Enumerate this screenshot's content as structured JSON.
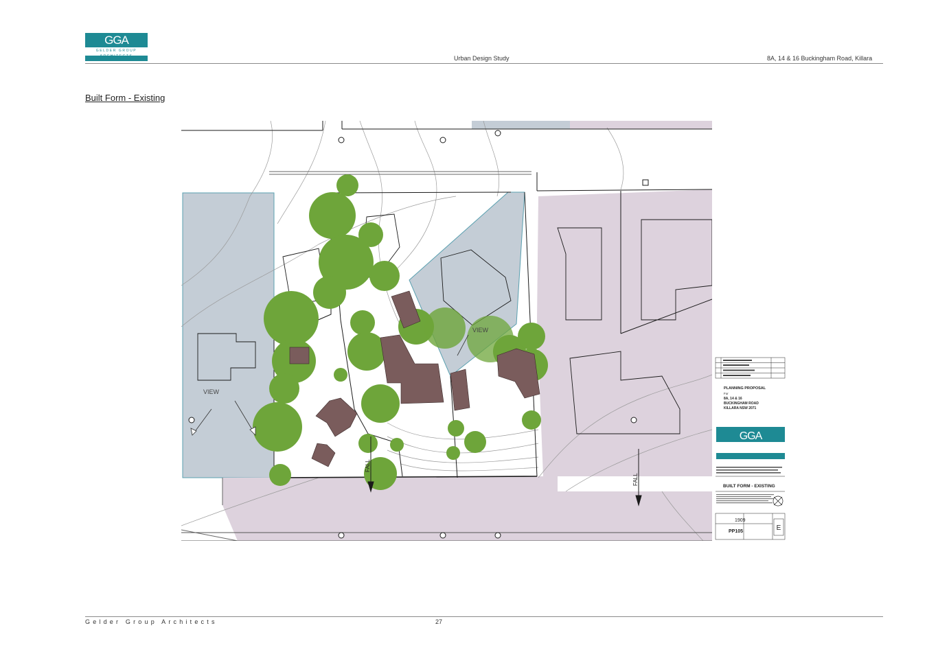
{
  "header": {
    "logo_text": "GGA",
    "logo_subtext": "GELDER GROUP ARCHITECTS",
    "center_text": "Urban Design Study",
    "right_text": "8A, 14 & 16 Buckingham Road, Killara"
  },
  "page_title": "Built Form - Existing",
  "plan": {
    "labels": {
      "view_left": "VIEW",
      "view_right": "VIEW",
      "fall_1": "FALL",
      "fall_2": "FALL"
    },
    "colors": {
      "tree": "#6ea53a",
      "building": "#7a5c5c",
      "neighbour_blue": "#c4cdd6",
      "neighbour_purple": "#ddd2dd",
      "contour": "#9a9a9a",
      "line": "#1a1a1a"
    }
  },
  "title_block": {
    "heading": "PLANNING PROPOSAL",
    "for_label": "For",
    "address_1": "8A, 14 & 16",
    "address_2": "BUCKINGHAM ROAD",
    "address_3": "KILLARA NSW 2071",
    "logo_text": "GGA",
    "drawing_title": "BUILT FORM - EXISTING",
    "project_no": "1909",
    "drawing_no": "PP105",
    "revision": "E"
  },
  "footer": {
    "company": "Gelder Group Architects",
    "page_number": "27"
  }
}
